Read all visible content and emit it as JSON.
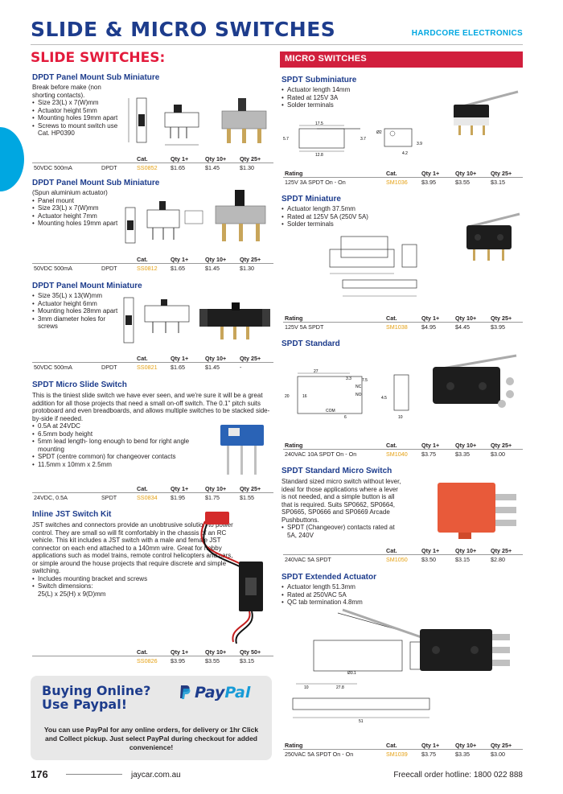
{
  "header": {
    "title": "SLIDE & MICRO SWITCHES",
    "brand": "HARDCORE ELECTRONICS"
  },
  "slide": {
    "section_title": "SLIDE SWITCHES:",
    "products": [
      {
        "heading": "DPDT Panel Mount Sub Miniature",
        "lines": [
          "Break before make (non shorting contacts).",
          "Size 23(L) x 7(W)mm",
          "Actuator height 5mm",
          "Mounting holes 19mm apart",
          "Screws to mount switch use Cat. HP0390"
        ],
        "rating": "50VDC 500mA",
        "type": "DPDT",
        "cat": "SS0852",
        "p1": "$1.65",
        "p10": "$1.45",
        "p25": "$1.30"
      },
      {
        "heading": "DPDT Panel Mount Sub Miniature",
        "lines": [
          "(Spun aluminium actuator)",
          "Panel mount",
          "Size 23(L) x 7(W)mm",
          "Actuator height 7mm",
          "Mounting holes 19mm apart"
        ],
        "rating": "50VDC 500mA",
        "type": "DPDT",
        "cat": "SS0812",
        "p1": "$1.65",
        "p10": "$1.45",
        "p25": "$1.30"
      },
      {
        "heading": "DPDT Panel Mount Miniature",
        "lines": [
          "Size 35(L) x 13(W)mm",
          "Actuator height 6mm",
          "Mounting holes 28mm apart",
          "3mm diameter holes for screws"
        ],
        "rating": "50VDC 500mA",
        "type": "DPDT",
        "cat": "SS0821",
        "p1": "$1.65",
        "p10": "$1.45",
        "p25": "-"
      },
      {
        "heading": "SPDT Micro Slide Switch",
        "intro": "This is the tiniest slide switch we have ever seen, and we're sure it will be a great addition for all those projects that need a small on-off switch. The 0.1\" pitch suits protoboard and even breadboards, and allows multiple switches to be stacked side-by-side if needed.",
        "lines": [
          "0.5A at 24VDC",
          "6.5mm body height",
          "5mm lead length- long enough to bend for right angle mounting",
          "SPDT (centre common) for changeover contacts",
          "11.5mm x 10mm x 2.5mm"
        ],
        "rating": "24VDC, 0.5A",
        "type": "SPDT",
        "cat": "SS0834",
        "p1": "$1.95",
        "p10": "$1.75",
        "p25": "$1.55"
      },
      {
        "heading": "Inline JST Switch Kit",
        "intro": "JST switches and connectors provide an unobtrusive solution to power control. They are small so will fit comfortably in the chassis of an RC vehicle. This kit includes a JST switch with a male and female JST connector on each end attached to a 140mm wire. Great for hobby applications such as model trains, remote control helicopters and cars, or simple around the house projects that require discrete and simple switching.",
        "lines": [
          "Includes mounting bracket and screws",
          "Switch dimensions:"
        ],
        "dims": "25(L) x 25(H) x 9(D)mm",
        "cat": "SS0826",
        "p1": "$3.95",
        "p10": "$3.55",
        "p50": "$3.15"
      }
    ]
  },
  "micro": {
    "section_title": "MICRO SWITCHES",
    "products": [
      {
        "heading": "SPDT Subminiature",
        "lines": [
          "Actuator length 14mm",
          "Rated at 125V 3A",
          "Solder terminals"
        ],
        "rating": "125V 3A SPDT On - On",
        "cat": "SM1036",
        "p1": "$3.95",
        "p10": "$3.55",
        "p25": "$3.15"
      },
      {
        "heading": "SPDT Miniature",
        "lines": [
          "Actuator length 37.5mm",
          "Rated at 125V 5A (250V 5A)",
          "Solder terminals"
        ],
        "rating": "125V 5A SPDT",
        "cat": "SM1038",
        "p1": "$4.95",
        "p10": "$4.45",
        "p25": "$3.95"
      },
      {
        "heading": "SPDT Standard",
        "lines": [],
        "rating": "240VAC 10A SPDT On - On",
        "cat": "SM1040",
        "p1": "$3.75",
        "p10": "$3.35",
        "p25": "$3.00"
      },
      {
        "heading": "SPDT Standard Micro Switch",
        "intro": "Standard sized micro switch without lever, ideal for those applications where a lever is not needed, and a simple button is all that is required. Suits SP0662, SP0664, SP0665, SP0666 and SP0669 Arcade Pushbuttons.",
        "lines": [
          "SPDT (Changeover) contacts rated at 5A, 240V"
        ],
        "rating": "240VAC 5A SPDT",
        "cat": "SM1050",
        "p1": "$3.50",
        "p10": "$3.15",
        "p25": "$2.80"
      },
      {
        "heading": "SPDT Extended Actuator",
        "lines": [
          "Actuator length 51.3mm",
          "Rated at 250VAC 5A",
          "QC tab termination 4.8mm"
        ],
        "rating": "250VAC 5A SPDT On - On",
        "cat": "SM1039",
        "p1": "$3.75",
        "p10": "$3.35",
        "p25": "$3.00"
      }
    ]
  },
  "table_headers": {
    "rating": "Rating",
    "cat": "Cat.",
    "q1": "Qty 1+",
    "q10": "Qty 10+",
    "q25": "Qty 25+",
    "q50": "Qty 50+"
  },
  "dims": {
    "sub": {
      "a": "17.5",
      "b": "12.8",
      "c": "5.7",
      "d": "3.7",
      "e": "3.9",
      "f": "4.2",
      "g": "Ø2"
    },
    "std": {
      "a": "27",
      "b": "3.3",
      "c": "7.5",
      "d": "20",
      "e": "16",
      "f": "COM",
      "g": "NO",
      "h": "NC",
      "i": "10",
      "j": "4.5",
      "k": "6"
    },
    "ext": {
      "a": "27.8",
      "b": "10",
      "c": "Ø3.1",
      "d": "51"
    }
  },
  "paypal": {
    "headline_1": "Buying Online?",
    "headline_2": "Use Paypal!",
    "logo_1": "Pay",
    "logo_2": "Pal",
    "text": "You can use PayPal for any online orders, for delivery or 1hr Click and Collect pickup. Just select PayPal during checkout for added convenience!"
  },
  "footer": {
    "page": "176",
    "url": "jaycar.com.au",
    "hotline": "Freecall order hotline: 1800 022 888"
  },
  "colors": {
    "title": "#1d3c8c",
    "accent_red": "#e31b3c",
    "brand": "#00a7e1",
    "cat": "#e5a012"
  }
}
